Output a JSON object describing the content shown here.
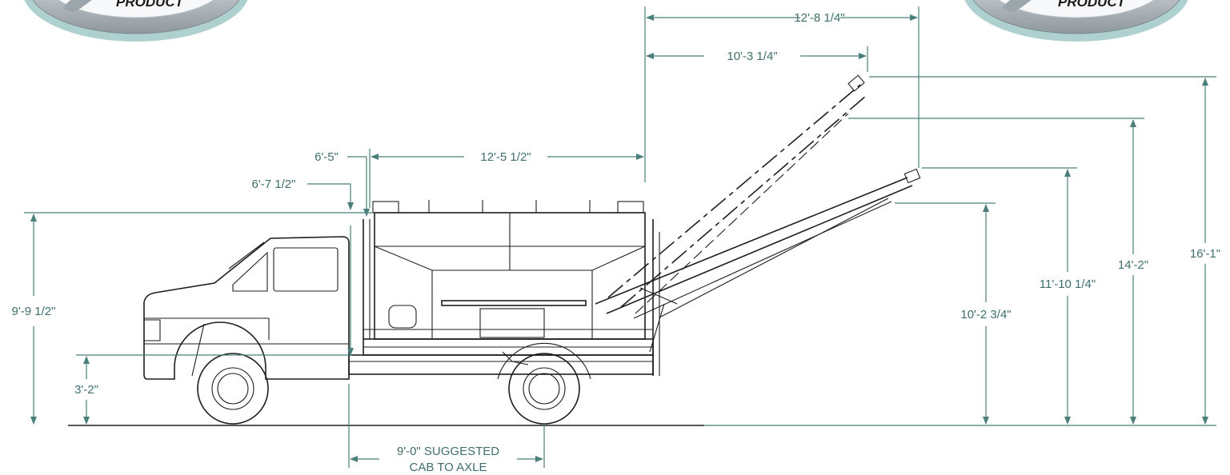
{
  "badges": {
    "left_text": "PRODUCT",
    "right_text": "PRODUCT"
  },
  "dimensions": {
    "top_overall_reach": "12'-8 1/4\"",
    "top_reach_lower": "10'-3 1/4\"",
    "body_length": "12'-5 1/2\"",
    "front_offset_upper": "6'-5\"",
    "front_offset_lower": "6'-7 1/2\"",
    "overall_height_truck": "9'-9 1/2\"",
    "frame_height": "3'-2\"",
    "cab_to_axle_line1": "9'-0\" SUGGESTED",
    "cab_to_axle_line2": "CAB TO AXLE",
    "lower_conveyor_discharge": "10'-2 3/4\"",
    "lower_conveyor_top": "11'-10 1/4\"",
    "upper_conveyor_discharge": "14'-2\"",
    "upper_conveyor_top": "16'-1\""
  },
  "colors": {
    "dimension": "#3e6f6c",
    "line": "#1e1e1e",
    "badge_silver": "#c7ced2",
    "badge_teal": "#4c9a95"
  }
}
